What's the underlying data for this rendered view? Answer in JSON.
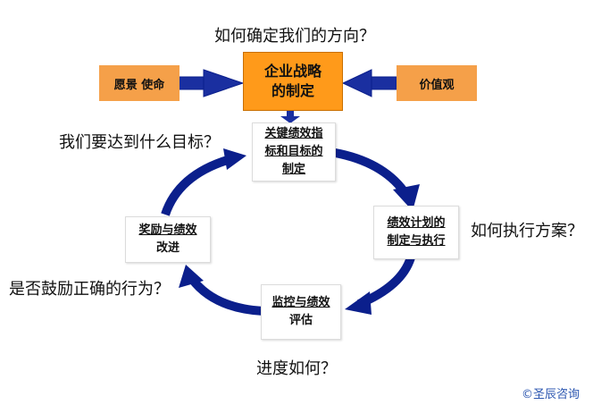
{
  "questions": {
    "direction": "如何确定我们的方向？",
    "goal": "我们要达到什么目标？",
    "execute": "如何执行方案？",
    "encourage": "是否鼓励正确的行为？",
    "progress": "进度如何？"
  },
  "boxes": {
    "vision": "愿景 使命",
    "strategy_line1": "企业战略",
    "strategy_line2": "的制定",
    "values": "价值观",
    "kpi_line1": "关键绩效指",
    "kpi_line2": "标和目标的",
    "kpi_line3": "制定",
    "plan_line1": "绩效计划的",
    "plan_line2": "制定与执行",
    "monitor_line1": "监控与绩效",
    "monitor_line2": "评估",
    "reward_line1": "奖励与绩效",
    "reward_line2": "改进"
  },
  "footer": "©圣辰咨询",
  "colors": {
    "orange": "#f5a049",
    "strategy": "#ff9a1a",
    "cycle_blue": "#0b1f8c",
    "footer_blue": "#2b56b0"
  }
}
